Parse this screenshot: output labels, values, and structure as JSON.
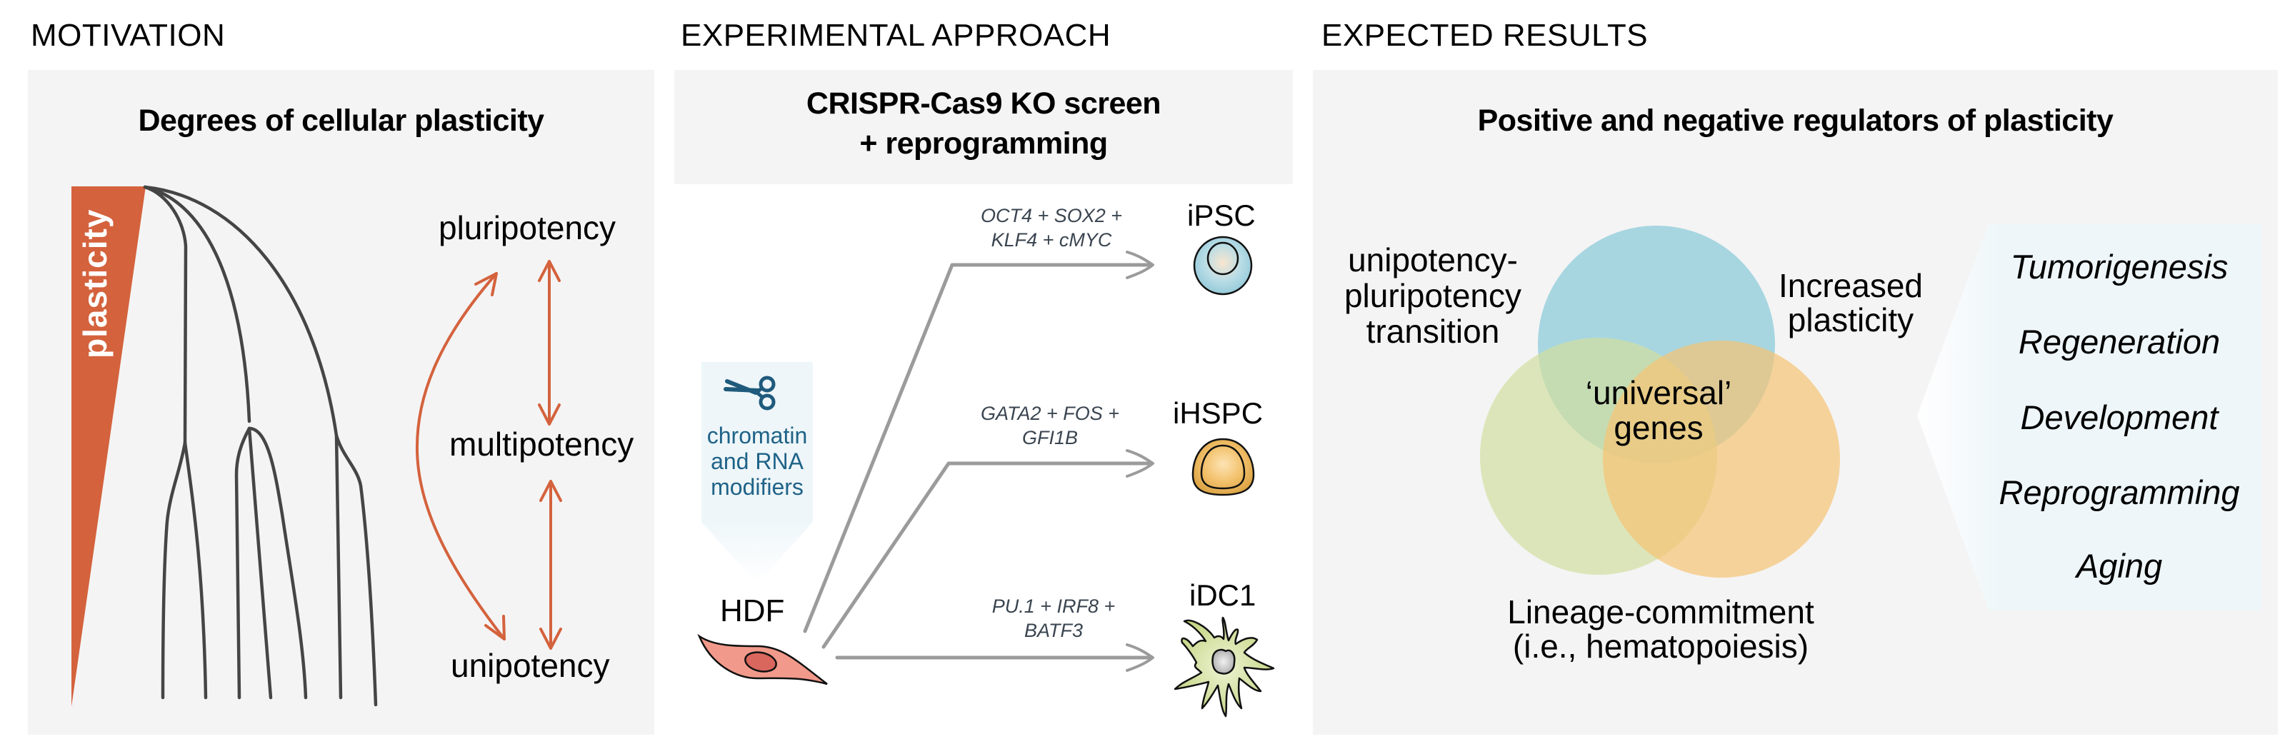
{
  "sections": {
    "motivation": "MOTIVATION",
    "approach": "EXPERIMENTAL APPROACH",
    "results": "EXPECTED RESULTS"
  },
  "motivation": {
    "title": "Degrees of cellular plasticity",
    "gradient_label": "plasticity",
    "levels": [
      "pluripotency",
      "multipotency",
      "unipotency"
    ],
    "colors": {
      "accent": "#d4623d",
      "tree": "#454545"
    }
  },
  "approach": {
    "title_line1": "CRISPR-Cas9 KO screen",
    "title_line2": "+ reprogramming",
    "modifier": {
      "icon": "scissors-icon",
      "lines": [
        "chromatin",
        "and RNA",
        "modifiers"
      ],
      "color": "#1f6388"
    },
    "source_cell": "HDF",
    "targets": [
      {
        "name": "iPSC",
        "factors_line1": "OCT4 + SOX2 +",
        "factors_line2": "KLF4 + cMYC",
        "color": "#9fd0dd"
      },
      {
        "name": "iHSPC",
        "factors_line1": "GATA2 + FOS +",
        "factors_line2": "GFI1B",
        "color": "#e8b24e"
      },
      {
        "name": "iDC1",
        "factors_line1": "PU.1 + IRF8 +",
        "factors_line2": "BATF3",
        "color": "#c9d98a"
      }
    ]
  },
  "results": {
    "title": "Positive and negative regulators of plasticity",
    "venn": {
      "sets": [
        {
          "name": "Increased plasticity",
          "color": "#9fd3df"
        },
        {
          "name": "unipotency-pluripotency transition",
          "color": "#d8e3b0"
        },
        {
          "name": "Lineage-commitment (i.e., hematopoiesis)",
          "color": "#f6cf8a"
        }
      ],
      "center_line1": "‘universal’",
      "center_line2": "genes"
    },
    "label_transition": [
      "unipotency-",
      "pluripotency",
      "transition"
    ],
    "label_increased": [
      "Increased",
      "plasticity"
    ],
    "label_lineage": [
      "Lineage-commitment",
      "(i.e., hematopoiesis)"
    ],
    "contexts": [
      "Tumorigenesis",
      "Regeneration",
      "Development",
      "Reprogramming",
      "Aging"
    ]
  }
}
